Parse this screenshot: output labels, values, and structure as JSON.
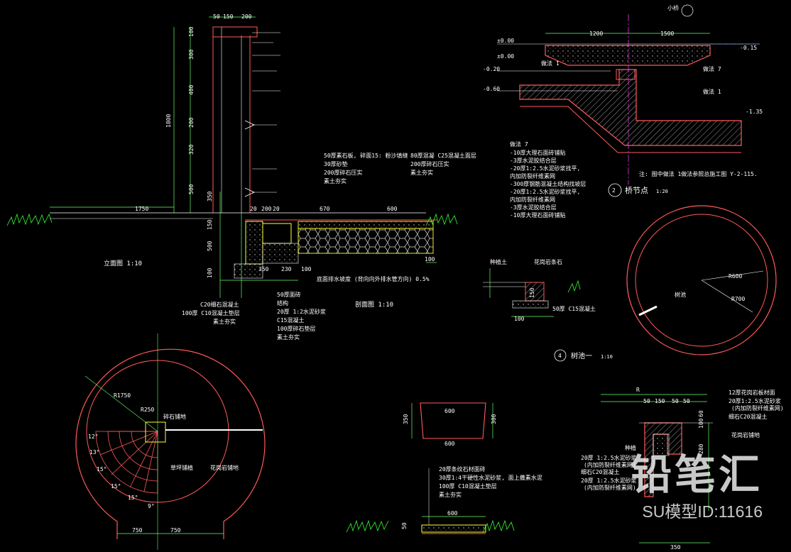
{
  "palette": {
    "bg": "#000000",
    "structure": "#ff5a5a",
    "dim": "#66ff66",
    "text": "#ffffff",
    "hatch": "#e6e6e6",
    "yellow": "#ffff33",
    "grass": "#33ff33",
    "magenta": "#ff40ff",
    "gray": "#bbbbbb"
  },
  "labels": {
    "elevation_title": "立面图 1:10",
    "section_title": "剖面图 1:10",
    "bridge_title": "桥节点",
    "bridge_scale": "1:20",
    "bridge_num": "2",
    "tree_title": "树池一",
    "tree_scale": "1:10",
    "tree_num": "4",
    "bridge_tag": "小桥",
    "dims_top": [
      "50",
      "150",
      "200"
    ],
    "dims_vert": [
      "100",
      "300",
      "400",
      "200",
      "320",
      "500",
      "1800"
    ],
    "dims_sec_v": [
      "350",
      "150",
      "500",
      "100"
    ],
    "dim_ground": "1750",
    "dims_sec_top": [
      "20",
      "200",
      "20",
      "670",
      "600"
    ],
    "dims_sec_bottom": [
      "350",
      "230",
      "100",
      "100"
    ],
    "sec_notes_a": [
      "50厚素石板, 碎面15: 粉沙填缝",
      "30厚砂垫",
      "200厚碎石压实",
      "素土夯实"
    ],
    "sec_notes_b": [
      "80厚混凝 C25混凝土面层",
      "200厚碎石压实",
      "素土夯实"
    ],
    "sec_notes_c": [
      "C20细石混凝土",
      "100厚 C10混凝土垫层",
      "素土夯实"
    ],
    "sec_notes_d": [
      "50厚面砖",
      "结构",
      "20厚 1:2水泥砂浆",
      "C15混凝土",
      "100厚碎石垫层",
      "素土夯实"
    ],
    "slope_note": "底面排水坡度 (背向向外排水管方向) 0.5%",
    "bridge_dims": [
      "1200",
      "1500"
    ],
    "bridge_levels": [
      "±0.00",
      "±0.00",
      "-0.15",
      "-0.20",
      "-0.60",
      "-1.35"
    ],
    "bridge_note_title": "做法 7",
    "bridge_notes": [
      "-10厚大理石面砖铺贴",
      "-3厚水泥胶结合层",
      "-20厚1:2.5水泥砂浆找平,",
      "  内加防裂纤维素网",
      "-300厚钢筋混凝土结构找坡层",
      "-20厚1:2.5水泥砂浆找平,",
      "  内加防裂纤维素网",
      "-3厚水泥胶结合层",
      "-10厚大理石面砖铺贴"
    ],
    "bridge_ref": "做法 7",
    "bridge_ref2": "做法 1",
    "bridge_ref3": "做法 1",
    "bridge_foot": "注: 图中做法 1做法参照总施工图 Y-2-115.",
    "small_dims": [
      "100",
      "150"
    ],
    "small_note": "50厚 C15混凝土",
    "small_note2": "种植土",
    "small_note3": "花岗岩条石",
    "tree_radii": [
      "R600",
      "R700"
    ],
    "tree_inner": "树池",
    "plan_radii": [
      "R1750",
      "R250"
    ],
    "plan_angles": [
      "12°",
      "13°",
      "15°",
      "15°",
      "15°",
      "9°"
    ],
    "plan_notes": [
      "碎石铺地",
      "草坪铺植",
      "花岗岩铺地"
    ],
    "plan_dims": [
      "750",
      "750"
    ],
    "block_dims": [
      "600",
      "600"
    ],
    "block_side": [
      "350",
      "300"
    ],
    "pave_notes": [
      "20厚条纹石材面砖",
      "30厚1:4干硬性水泥砂浆, 面上撒素水泥",
      "100厚 C10混凝土垫层",
      "素土夯实"
    ],
    "pave_dims": [
      "600",
      "50"
    ],
    "curb_dims": [
      "50",
      "150",
      "50",
      "50",
      "R"
    ],
    "curb_notes": [
      "12厚花岗岩板材面",
      "20厚1:2.5水泥砂浆",
      "(内加防裂纤维素网)",
      "细石C20混凝土"
    ],
    "curb_notes2": [
      "20厚 1:2.5水泥砂浆",
      "(内加防裂纤维素网)",
      "细石C20混凝土",
      "20厚 1:2.5水泥砂浆",
      "(内加防裂纤维素网)"
    ],
    "curb_side": [
      "280",
      "100",
      "60"
    ],
    "curb_bottom": "350",
    "curb_label": "花岗岩铺地",
    "curb_label2": "种植"
  },
  "watermark": {
    "brand": "铅笔汇",
    "model_id": "SU模型ID:11616"
  }
}
